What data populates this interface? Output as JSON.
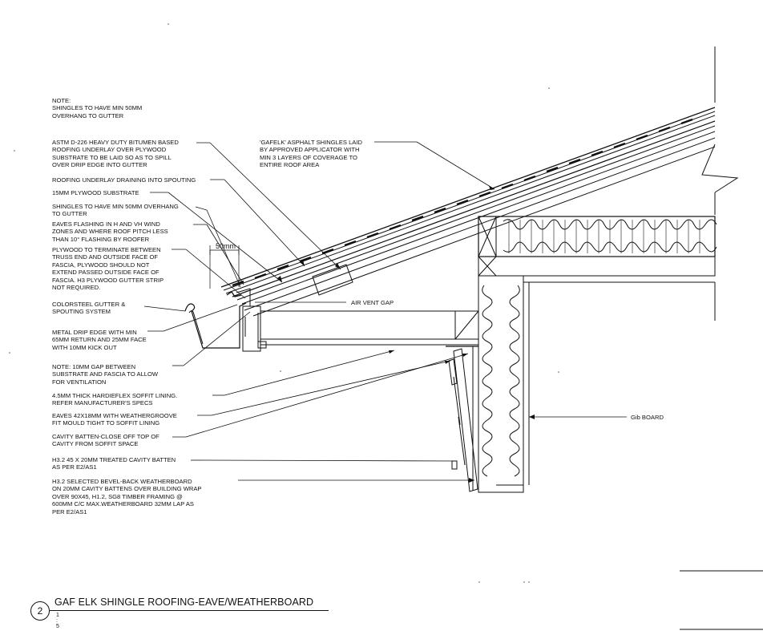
{
  "notes": {
    "n1": "NOTE:\nSHINGLES TO HAVE Min 50mm\nOVERHANG TO GUTTER",
    "n2": "ASTM D-226 HEAVY DUTY BITUMEN BASED\nROOFING UNDERLAY OVER PLYWOOD\nSUBSTRATE TO BE LAID SO AS TO SPILL\nOVER DRIP EDGE INTO GUTTER",
    "n3": "ROOFING UNDERLAY DRAINING INTO SPOUTING",
    "n4": "15mm PLYWOOD SUBSTRATE",
    "n5": "SHINGLES TO HAVE Min 50mm OVERHANG\nTO GUTTER",
    "n6": "EAVES FLASHING IN H AND VH WIND\nZONES AND WHERE ROOF PITCH LESS\nTHAN 10° FLASHING BY ROOFER",
    "n7": "PLYWOOD TO TERMINATE BETWEEN\nTRUSS END AND OUTSIDE FACE OF\nFASCIA, PLYWOOD SHOULD NOT\nEXTEND PASSED OUTSIDE FACE OF\nFASCIA. H3 PLYWOOD GUTTER STRIP\nNOT REQUIRED.",
    "n8": "COLORSTEEL GUTTER &\nSPOUTING SYSTEM",
    "n9": "METAL DRIP EDGE WITH Min\n65mm RETURN AND 25mm FACE\nWITH 10mm KICK OUT",
    "n10": "NOTE: 10mm GAP BETWEEN\nSUBSTRATE AND FASCIA TO ALLOW\nFOR VENTILATION",
    "n11": "4.5mm THICK HARDIEFLEX SOFFIT LINING.\nREFER MANUFACTURER'S SPECS",
    "n12": "EAVES 42X18mm WITH WEATHERGROOVE\nFIT MOULD TIGHT TO SOFFIT LINING",
    "n13": "CAVITY BATTEN-CLOSE OFF TOP OF\nCAVITY FROM SOFFIT SPACE",
    "n14": "H3.2 45 x 20mm TREATED CAVITY BATTEN\nAS PER E2/AS1",
    "n15": "H3.2 SELECTED BEVEL-BACK WEATHERBOARD\nON 20mm CAVITY BATTENS OVER BUILDING WRAP\nOVER 90X45, H1.2, SG8 TIMBER FRAMING @\n600mm C/C max.WEATHERBOARD 32mm LAP AS\nPER E2/AS1",
    "n16": "'GAFELK' ASPHALT SHINGLES LAID\nBY APPROVED APPLICATOR WITH\nMin 3 LAYERS OF COVERAGE TO\nENTIRE ROOF AREA",
    "air_vent": "AIR VENT GAP",
    "gib": "Gib BOARD",
    "dim50": "50mm"
  },
  "title": {
    "number": "2",
    "text": "GAF ELK SHINGLE ROOFING-EAVE/WEATHERBOARD",
    "scale": "1 : 5"
  }
}
